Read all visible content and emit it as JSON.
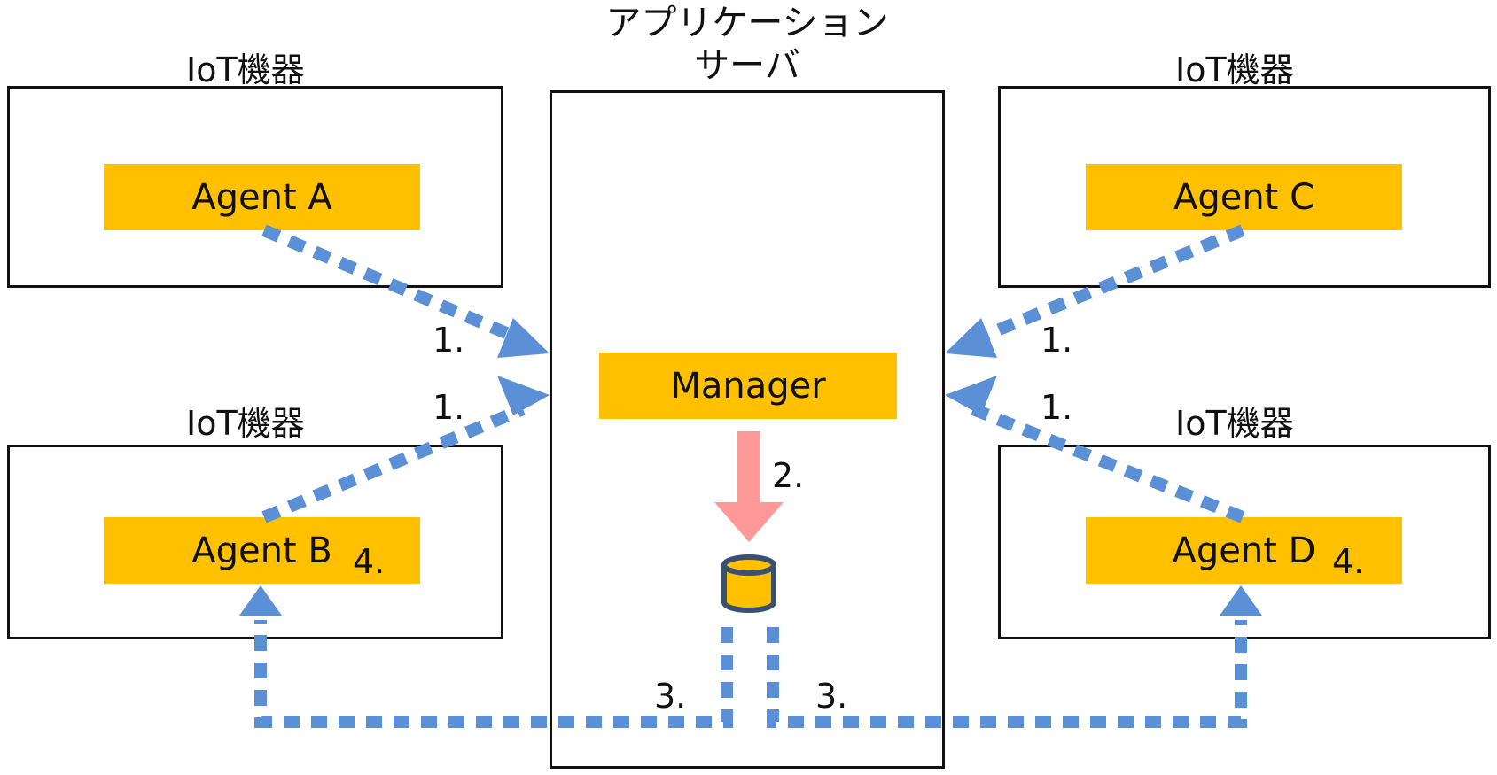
{
  "server": {
    "title_line1": "アプリケーション",
    "title_line2": "サーバ"
  },
  "devices": {
    "top_left": {
      "label": "IoT機器",
      "agent": "Agent A"
    },
    "bottom_left": {
      "label": "IoT機器",
      "agent": "Agent B",
      "step": "4."
    },
    "top_right": {
      "label": "IoT機器",
      "agent": "Agent C"
    },
    "bottom_right": {
      "label": "IoT機器",
      "agent": "Agent D",
      "step": "4."
    }
  },
  "manager": {
    "label": "Manager"
  },
  "steps": {
    "a_to_manager": "1.",
    "b_to_manager": "1.",
    "c_to_manager": "1.",
    "d_to_manager": "1.",
    "manager_to_db": "2.",
    "db_to_b": "3.",
    "db_to_d": "3."
  },
  "colors": {
    "agent_fill": "#FFC000",
    "dotted_arrow": "#5B8FD6",
    "solid_arrow": "#FF9999",
    "db_stroke": "#3A5070",
    "outline": "#111111"
  }
}
